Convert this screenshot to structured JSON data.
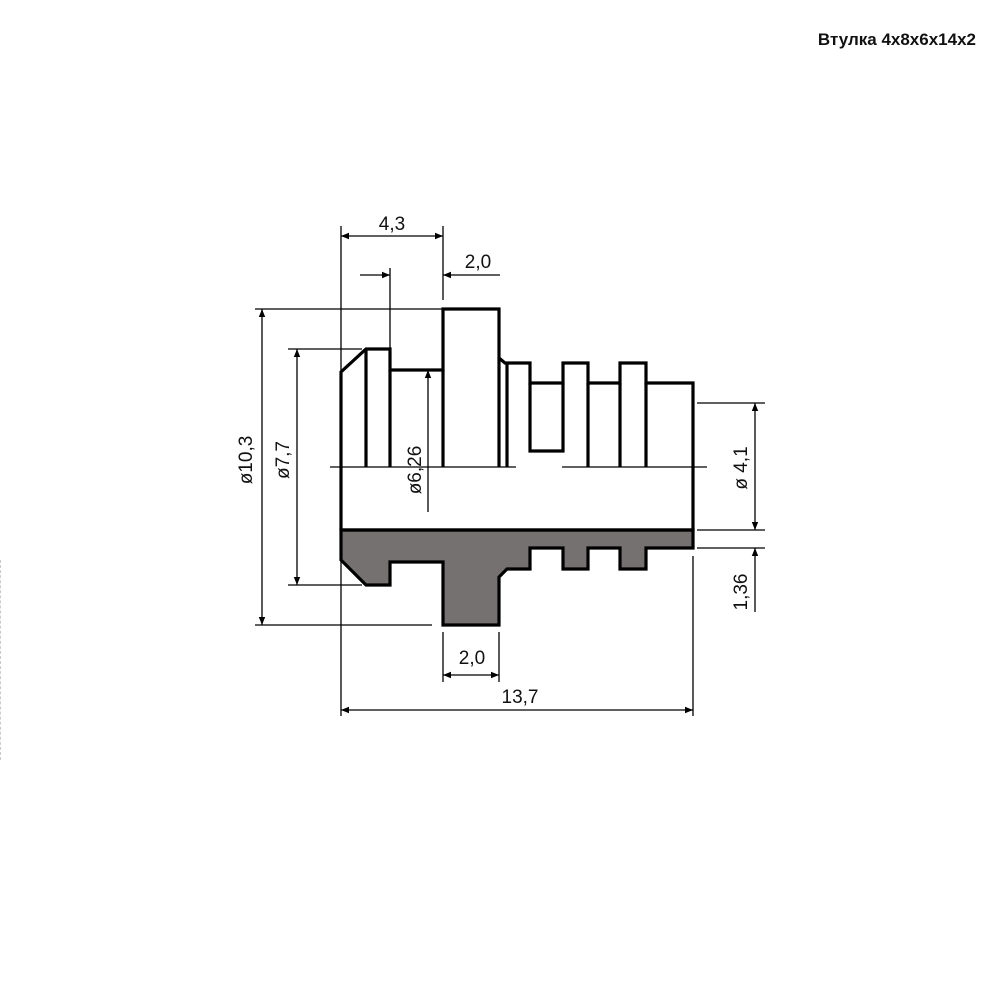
{
  "title": "Втулка 4x8x6x14x2",
  "colors": {
    "section_fill": "#767171",
    "line": "#000000"
  },
  "dimensions": {
    "top_length": "4,3",
    "top_flange": "2,0",
    "dia_outer": "ø10,3",
    "dia_chamfer": "ø7,7",
    "dia_neck": "ø6,26",
    "dia_bore": "ø 4,1",
    "wall": "1,36",
    "bottom_flange": "2,0",
    "total_length": "13,7"
  }
}
